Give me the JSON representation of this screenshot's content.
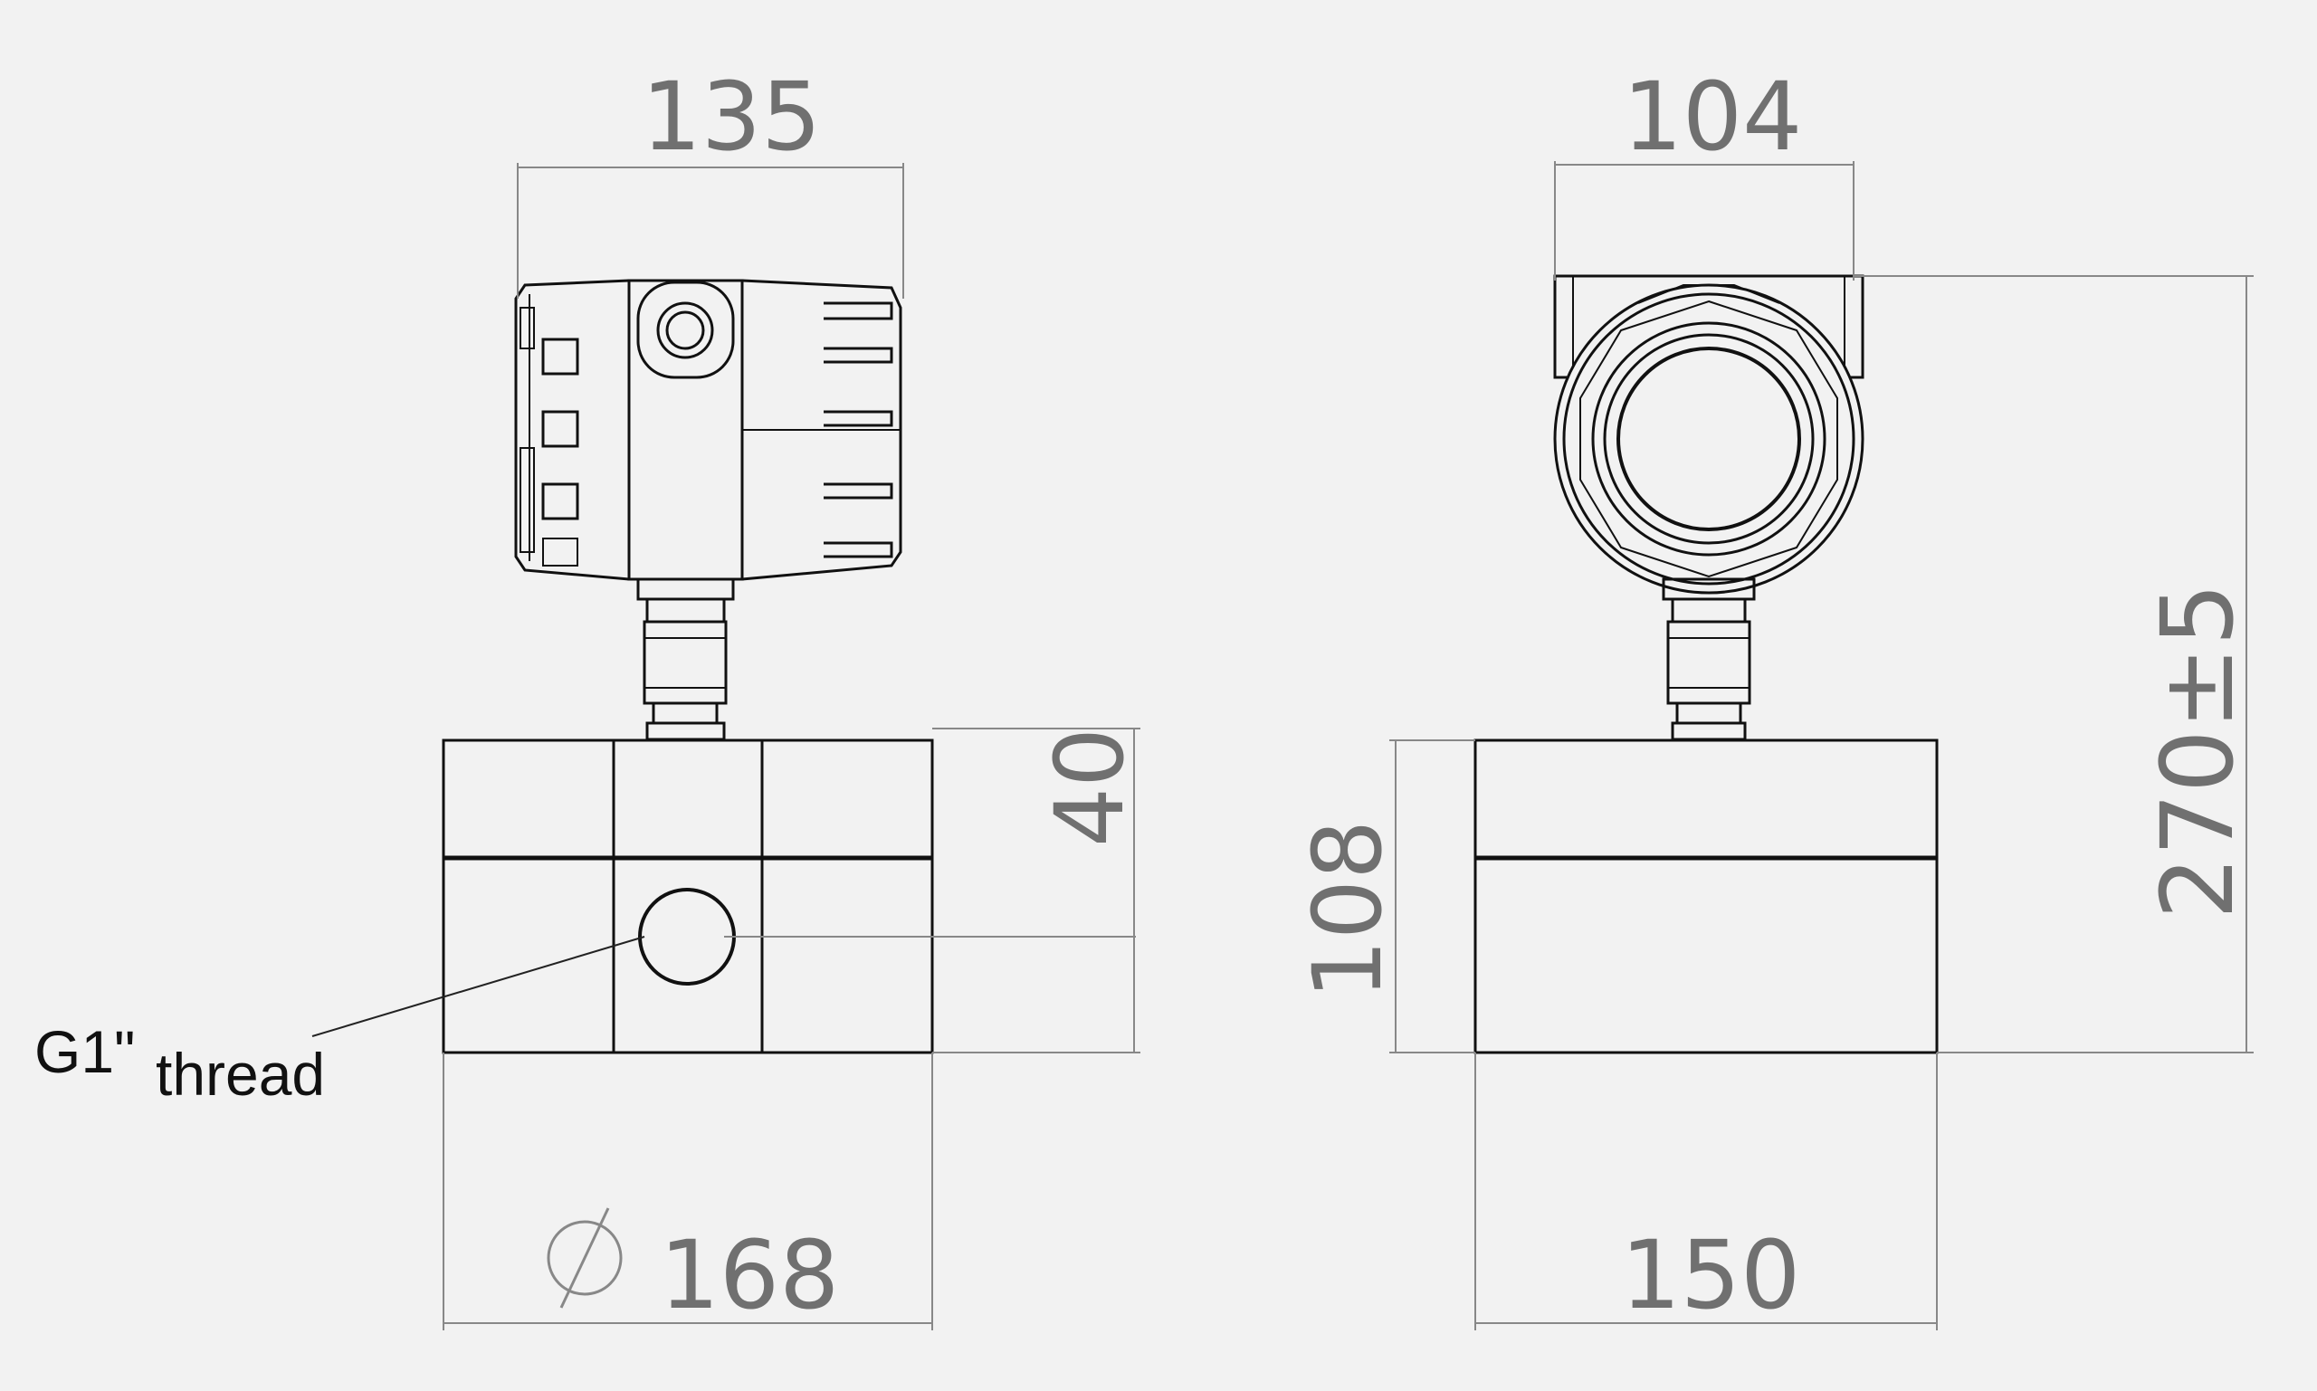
{
  "dimensions": {
    "side_width": "135",
    "front_width": "104",
    "pipe_diameter_symbol": "∅",
    "pipe_diameter": "168",
    "thread_height": "40",
    "body_height": "108",
    "body_width": "150",
    "total_height": "270±5"
  },
  "labels": {
    "thread_main": "G1\"",
    "thread_sub": "thread"
  }
}
